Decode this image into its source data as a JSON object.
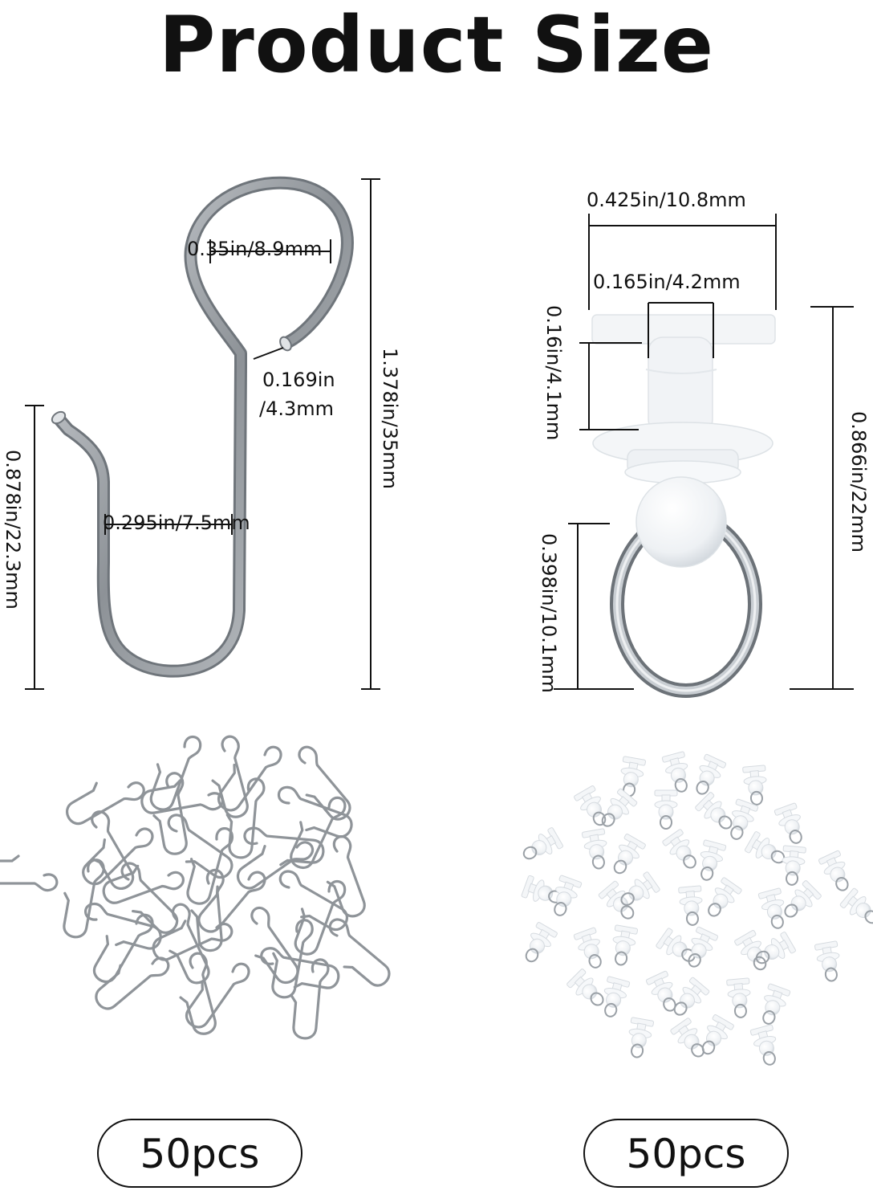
{
  "title": "Product Size",
  "hook": {
    "dimensions": {
      "loop_width": "0.35in/8.9mm",
      "wire_diameter_line1": "0.169in",
      "wire_diameter_line2": "/4.3mm",
      "total_height": "1.378in/35mm",
      "short_arm_height": "0.878in/22.3mm",
      "bottom_width": "0.295in/7.5mm"
    },
    "quantity": "50pcs",
    "color": "#9a9ea3"
  },
  "glider": {
    "dimensions": {
      "top_width": "0.425in/10.8mm",
      "stem_width": "0.165in/4.2mm",
      "stem_height": "0.16in/4.1mm",
      "total_height": "0.866in/22mm",
      "ring_height": "0.398in/10.1mm"
    },
    "quantity": "50pcs",
    "color": "#f2f4f6"
  }
}
